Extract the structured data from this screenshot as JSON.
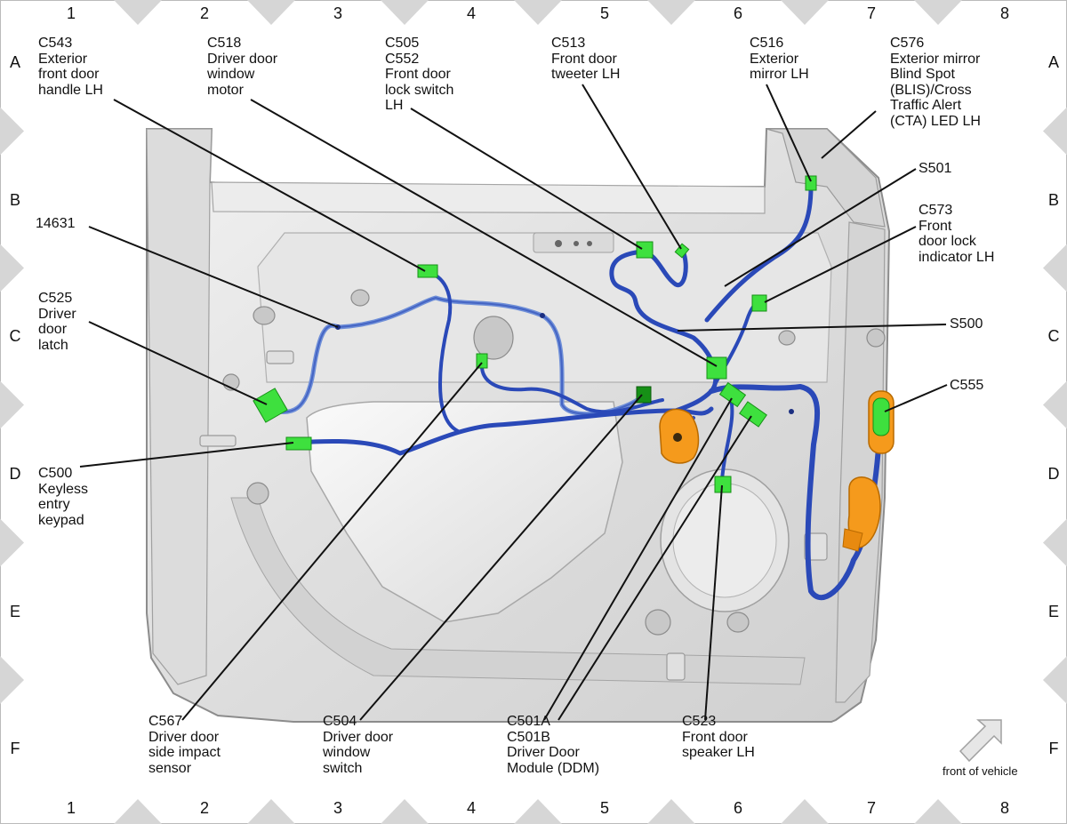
{
  "grid": {
    "columns": [
      "1",
      "2",
      "3",
      "4",
      "5",
      "6",
      "7",
      "8"
    ],
    "rows": [
      "A",
      "B",
      "C",
      "D",
      "E",
      "F"
    ]
  },
  "callouts": {
    "c543": "C543\nExterior\nfront door\nhandle LH",
    "c518": "C518\nDriver door\nwindow\nmotor",
    "c505": "C505\nC552\nFront door\nlock switch\nLH",
    "c513": "C513\nFront door\ntweeter LH",
    "c516": "C516\nExterior\nmirror LH",
    "c576": "C576\nExterior mirror\nBlind Spot\n(BLIS)/Cross\nTraffic Alert\n(CTA) LED LH",
    "s501": "S501",
    "c573": "C573\nFront\ndoor lock\nindicator LH",
    "s500": "S500",
    "c555": "C555",
    "w14631": "14631",
    "c525": "C525\nDriver\ndoor\nlatch",
    "c500": "C500\nKeyless\nentry\nkeypad",
    "c567": "C567\nDriver door\nside impact\nsensor",
    "c504": "C504\nDriver door\nwindow\nswitch",
    "c501": "C501A\nC501B\nDriver Door\nModule (DDM)",
    "c523": "C523\nFront door\nspeaker LH"
  },
  "orientation": {
    "label": "front of vehicle",
    "icon": "arrow-up-right-icon"
  },
  "colors": {
    "harness": "#2a49b8",
    "harness_light": "#6f8fd8",
    "connector": "#3ee03e",
    "connector_dark": "#169016",
    "grommet": "#f59a1c",
    "door_panel": "#e2e2e2",
    "border_triangle": "#d6d6d6"
  }
}
